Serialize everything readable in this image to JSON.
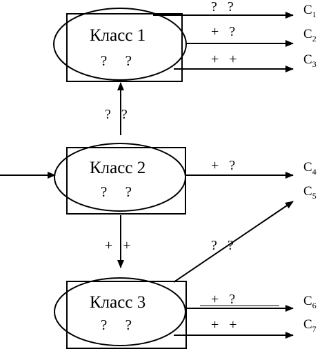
{
  "classes": [
    {
      "name": "Класс 1",
      "marks": "?     ?"
    },
    {
      "name": "Класс 2",
      "marks": "?     ?"
    },
    {
      "name": "Класс 3",
      "marks": "?     ?"
    }
  ],
  "vertical_labels": {
    "c1_c2": "?   ?",
    "c2_c3": "+   +"
  },
  "output_labels": {
    "c1_top": "?   ?",
    "c1_mid": "+   ?",
    "c1_bot": "+   +",
    "c2": "+   ?",
    "c3_diag": "?   ?",
    "c3_mid": "+   ?",
    "c3_bot": "+   +"
  },
  "outputs": [
    {
      "letter": "C",
      "index": "1"
    },
    {
      "letter": "C",
      "index": "2"
    },
    {
      "letter": "C",
      "index": "3"
    },
    {
      "letter": "C",
      "index": "4"
    },
    {
      "letter": "C",
      "index": "5"
    },
    {
      "letter": "C",
      "index": "6"
    },
    {
      "letter": "C",
      "index": "7"
    }
  ]
}
